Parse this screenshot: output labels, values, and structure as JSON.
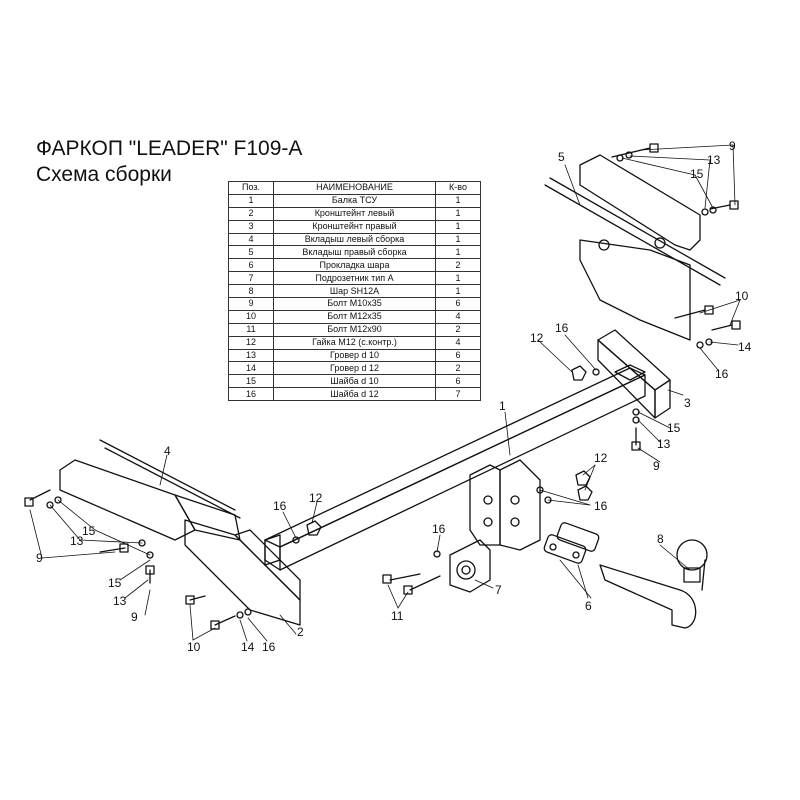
{
  "title": "ФАРКОП \"LEADER\" F109-A",
  "subtitle": "Схема сборки",
  "table": {
    "headers": [
      "Поз.",
      "НАИМЕНОВАНИЕ",
      "К-во"
    ],
    "rows": [
      [
        "1",
        "Балка ТСУ",
        "1"
      ],
      [
        "2",
        "Кронштейнт левый",
        "1"
      ],
      [
        "3",
        "Кронштейнт правый",
        "1"
      ],
      [
        "4",
        "Вкладыш левый сборка",
        "1"
      ],
      [
        "5",
        "Вкладыш правый сборка",
        "1"
      ],
      [
        "6",
        "Прокладка шара",
        "2"
      ],
      [
        "7",
        "Подрозетник тип А",
        "1"
      ],
      [
        "8",
        "Шар SH12A",
        "1"
      ],
      [
        "9",
        "Болт М10x35",
        "6"
      ],
      [
        "10",
        "Болт М12x35",
        "4"
      ],
      [
        "11",
        "Болт М12x90",
        "2"
      ],
      [
        "12",
        "Гайка М12 (с.контр.)",
        "4"
      ],
      [
        "13",
        "Гровер d 10",
        "6"
      ],
      [
        "14",
        "Гровер d 12",
        "2"
      ],
      [
        "15",
        "Шайба d 10",
        "6"
      ],
      [
        "16",
        "Шайба d 12",
        "7"
      ]
    ]
  },
  "callouts": {
    "c1": "1",
    "c2": "2",
    "c3": "3",
    "c4": "4",
    "c5": "5",
    "c6": "6",
    "c7": "7",
    "c8": "8",
    "c9a": "9",
    "c13a": "13",
    "c15a": "15",
    "c10a": "10",
    "c14a": "14",
    "c16a": "16",
    "c12a": "12",
    "c16b": "16",
    "c15b": "15",
    "c13b": "13",
    "c9b": "9",
    "c12b": "12",
    "c16c": "16",
    "c16d": "16",
    "c12c": "12",
    "c16e": "16",
    "c11": "11",
    "c9c": "9",
    "c13c": "13",
    "c15c": "15",
    "c15d": "15",
    "c13d": "13",
    "c9d": "9",
    "c10b": "10",
    "c14b": "14",
    "c16f": "16"
  }
}
